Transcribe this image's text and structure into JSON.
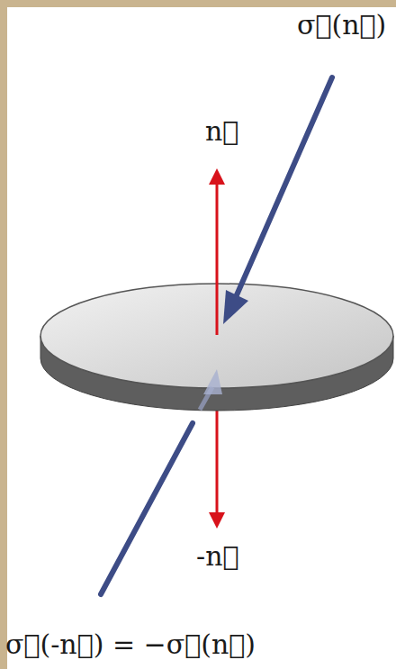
{
  "diagram": {
    "labels": [
      "σ⃗(n⃗)",
      "n⃗",
      "-n⃗",
      "σ⃗(-n⃗) = −σ⃗(n⃗)"
    ]
  }
}
